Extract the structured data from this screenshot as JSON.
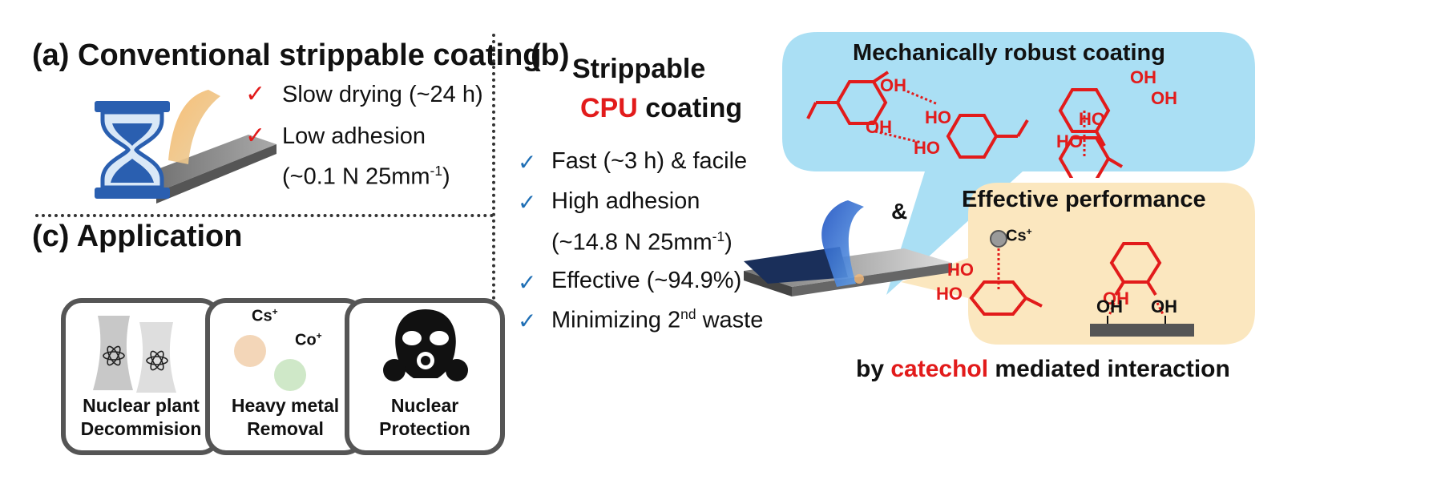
{
  "panel_a": {
    "title": "(a) Conventional strippable coating",
    "items": [
      {
        "check": "✓",
        "text": "Slow drying (~24 h)"
      },
      {
        "check": "✓",
        "text": "Low adhesion"
      }
    ],
    "adhesion_value": "(~0.1 N 25mm",
    "adhesion_sup": "-1",
    "adhesion_end": ")"
  },
  "panel_b": {
    "label": "(b)",
    "title_line1": "Strippable",
    "title_cpu": "CPU",
    "title_coating": " coating",
    "items": [
      {
        "check": "✓",
        "text": "Fast (~3 h) & facile"
      },
      {
        "check": "✓",
        "text": "High adhesion"
      },
      {
        "check": "✓",
        "text": "Effective (~94.9%)"
      }
    ],
    "adhesion_value": "(~14.8 N 25mm",
    "adhesion_sup": "-1",
    "adhesion_end": ")",
    "waste_check": "✓",
    "waste_pre": "Minimizing 2",
    "waste_sup": "nd",
    "waste_post": " waste",
    "ampersand": "&",
    "robust_title": "Mechanically robust coating",
    "performance_title": "Effective performance",
    "bottom_pre": "by ",
    "bottom_red": "catechol",
    "bottom_post": " mediated interaction",
    "chem": {
      "oh": "OH",
      "ho": "HO",
      "cs": "Cs",
      "plus": "+"
    }
  },
  "panel_c": {
    "title": "(c) Application",
    "boxes": [
      {
        "line1": "Nuclear plant",
        "line2": "Decommision"
      },
      {
        "line1": "Heavy metal",
        "line2": "Removal"
      },
      {
        "line1": "Nuclear",
        "line2": "Protection"
      }
    ],
    "ion_cs": "Cs",
    "ion_co": "Co",
    "ion_plus": "+"
  },
  "colors": {
    "accent_red": "#e21b1b",
    "check_blue": "#1f6fb5",
    "robust_panel": "#aadff4",
    "performance_panel": "#fbe7bf"
  }
}
